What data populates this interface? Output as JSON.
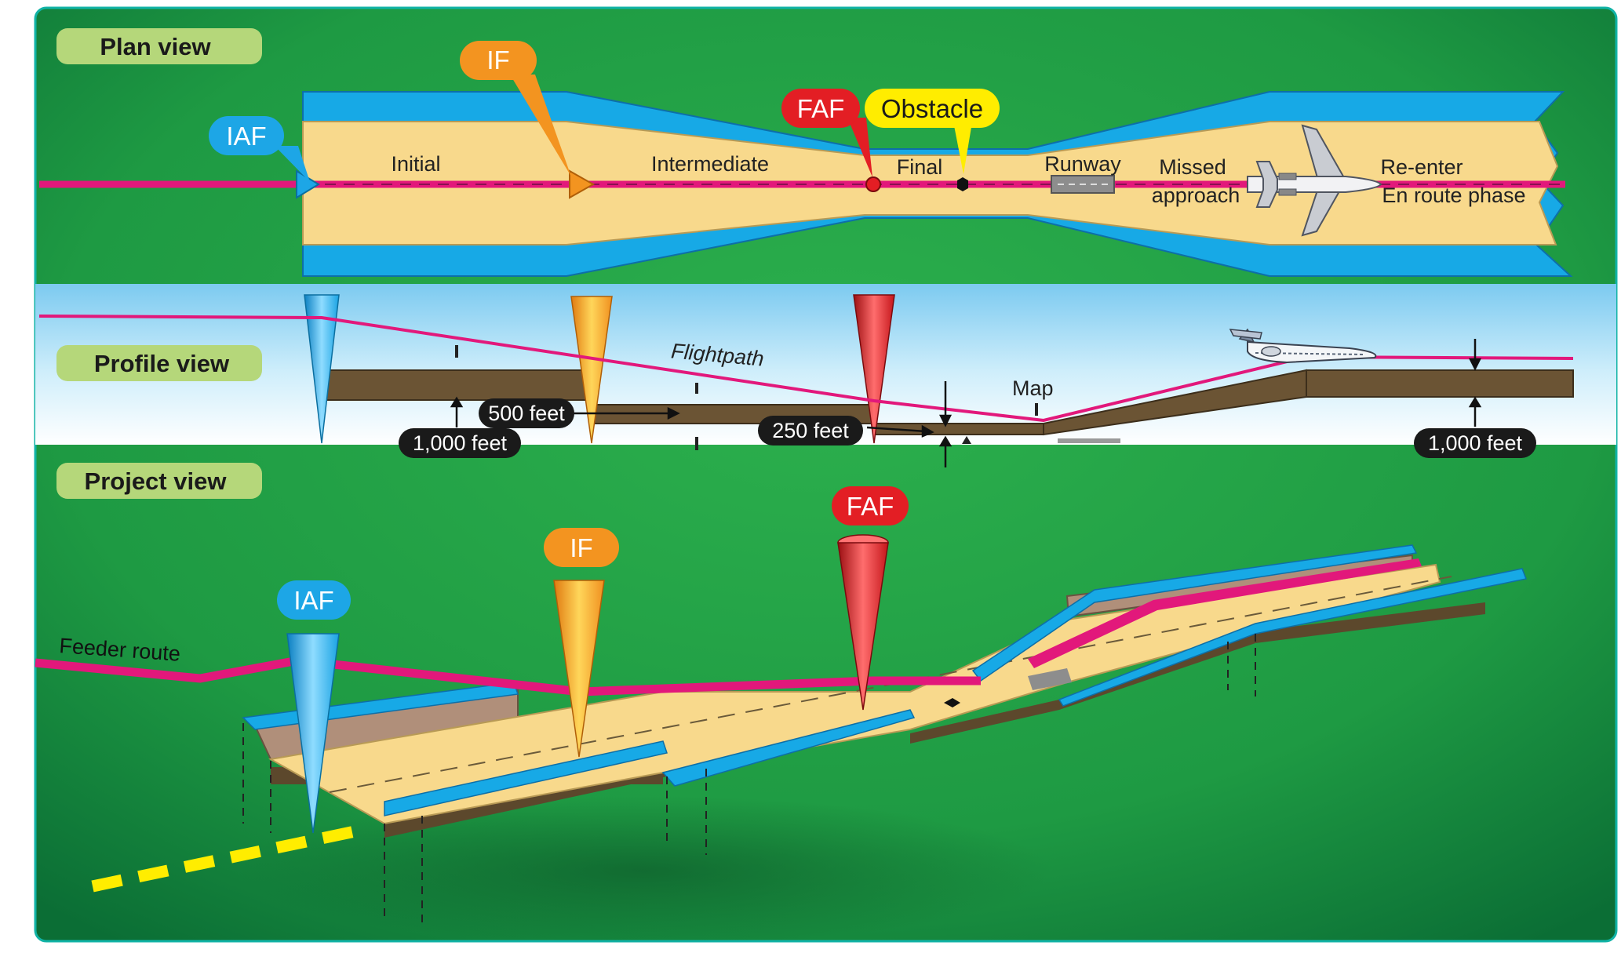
{
  "sections": {
    "plan": "Plan view",
    "profile": "Profile view",
    "project": "Project view"
  },
  "plan": {
    "segments": {
      "initial": "Initial",
      "intermediate": "Intermediate",
      "final": "Final",
      "runway": "Runway",
      "missed_1": "Missed",
      "missed_2": "approach",
      "reenter_1": "Re-enter",
      "reenter_2": "En route phase"
    },
    "markers": {
      "iaf": "IAF",
      "if": "IF",
      "faf": "FAF",
      "obstacle": "Obstacle"
    }
  },
  "profile": {
    "flightpath": "Flightpath",
    "map": "Map",
    "dims": {
      "d500": "500 feet",
      "d1000_left": "1,000 feet",
      "d250": "250 feet",
      "d1000_right": "1,000 feet"
    }
  },
  "project": {
    "feeder": "Feeder route",
    "markers": {
      "iaf": "IAF",
      "if": "IF",
      "faf": "FAF"
    }
  },
  "colors": {
    "background": "#1f9a45",
    "sky": "#8fd3f2",
    "primary_area": "#f8d98c",
    "secondary_area": "#17a9e6",
    "track": "#e2187b",
    "iaf": "#1da6e6",
    "if": "#f39420",
    "faf": "#e31e24",
    "obstacle": "#ffed00",
    "terrain": "#6b5434",
    "section_label": "#b5d77a"
  }
}
